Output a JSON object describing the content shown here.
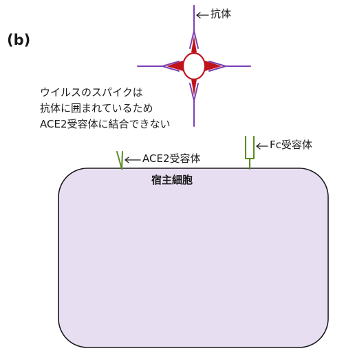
{
  "panel_label": "(b)",
  "labels": {
    "antibody": "抗体",
    "ace2_receptor": "ACE2受容体",
    "fc_receptor": "Fc受容体",
    "host_cell": "宿主細胞"
  },
  "caption": {
    "line1": "ウイルスのスパイクは",
    "line2": "抗体に囲まれているため",
    "line3": "ACE2受容体に結合できない"
  },
  "colors": {
    "antibody": "#7b3fb5",
    "spike": "#c0141c",
    "receptor": "#5a8a22",
    "cell_fill": "#e8def2",
    "outline": "#1a1a1a"
  }
}
